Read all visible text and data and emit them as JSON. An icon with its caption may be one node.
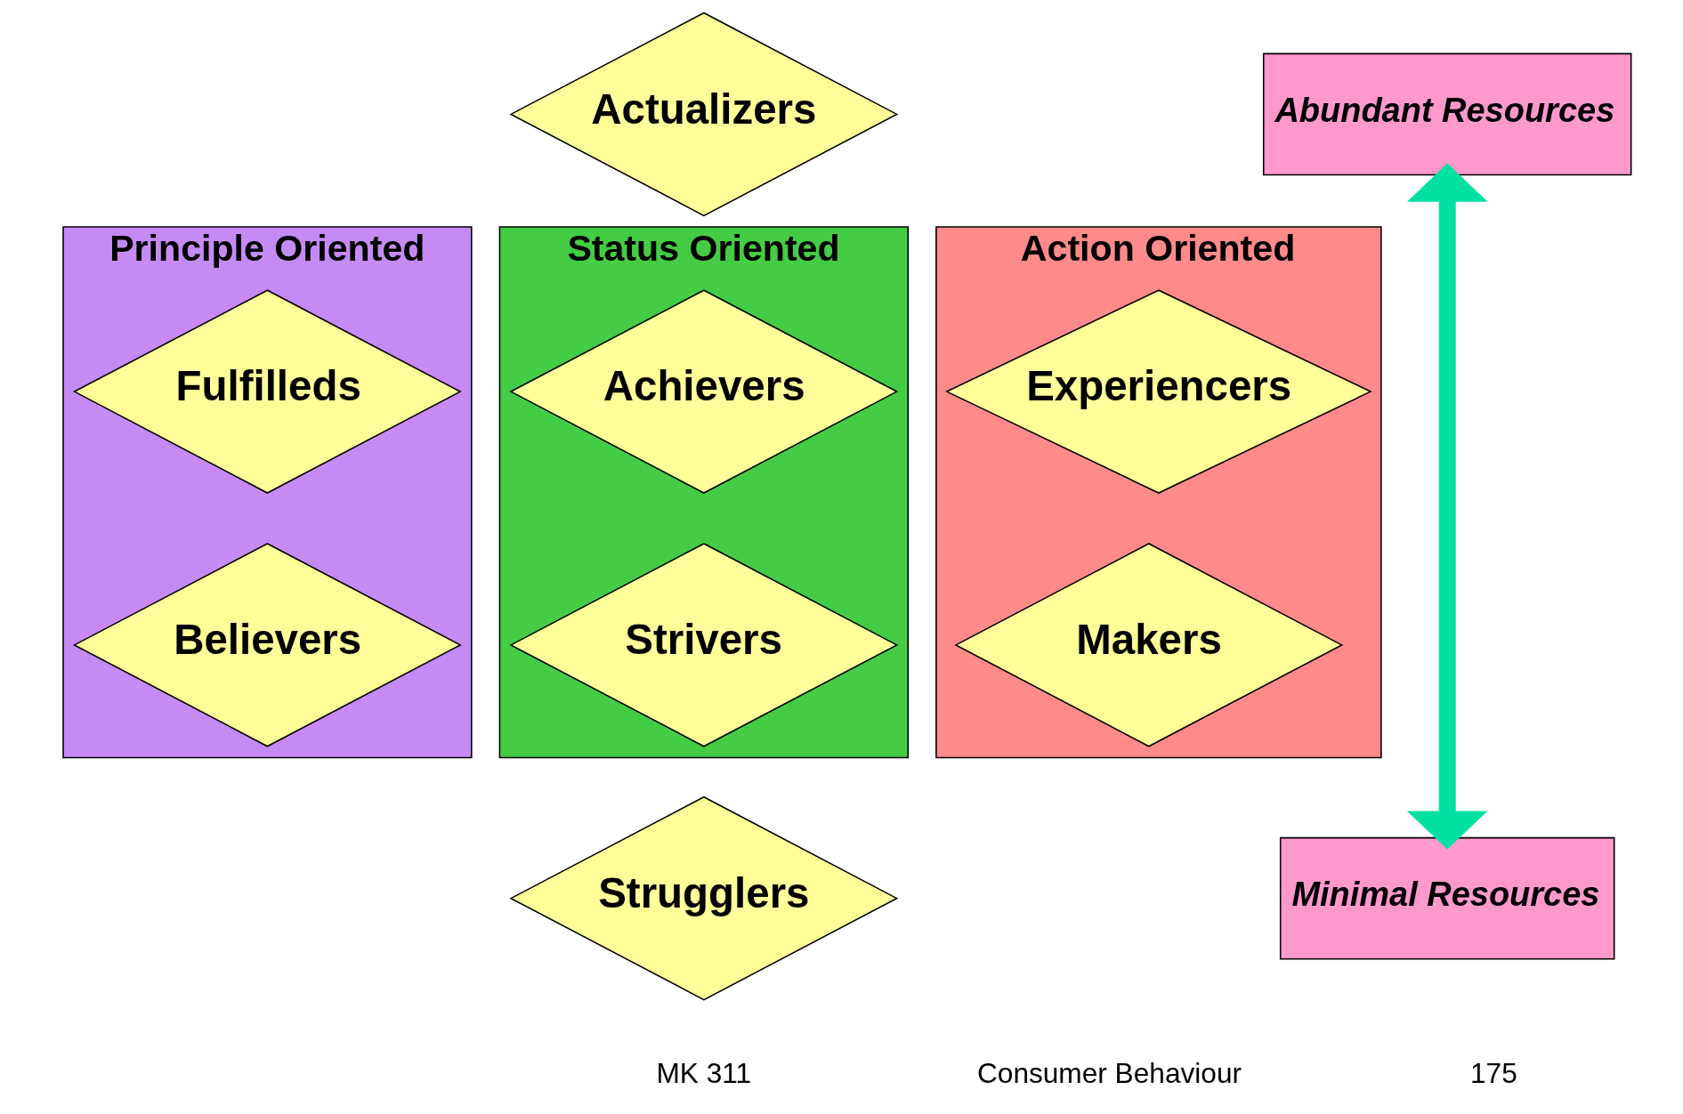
{
  "diagram": {
    "nodes": [
      {
        "text": [
          "Actualizers"
        ]
      },
      {
        "text": [
          "Abundant Resources"
        ]
      },
      {
        "text": [
          "Principle Oriented"
        ]
      },
      {
        "text": [
          "Fulfilleds"
        ],
        "in": 2
      },
      {
        "text": [
          "Believers"
        ],
        "in": 2
      },
      {
        "text": [
          "Status Oriented"
        ]
      },
      {
        "text": [
          "Achievers"
        ],
        "in": 5
      },
      {
        "text": [
          "Strivers"
        ],
        "in": 5
      },
      {
        "text": [
          "Action Oriented"
        ]
      },
      {
        "text": [
          "Experiencers"
        ],
        "in": 8
      },
      {
        "text": [
          "Makers"
        ],
        "in": 8
      },
      {
        "text": [
          "Strugglers"
        ]
      },
      {
        "text": [
          "Minimal Resources"
        ]
      }
    ],
    "edges": [
      {
        "from": 1,
        "to": 12,
        "arrow": "both"
      }
    ],
    "labels": [
      "MK 311",
      "Consumer Behaviour",
      "175"
    ]
  }
}
